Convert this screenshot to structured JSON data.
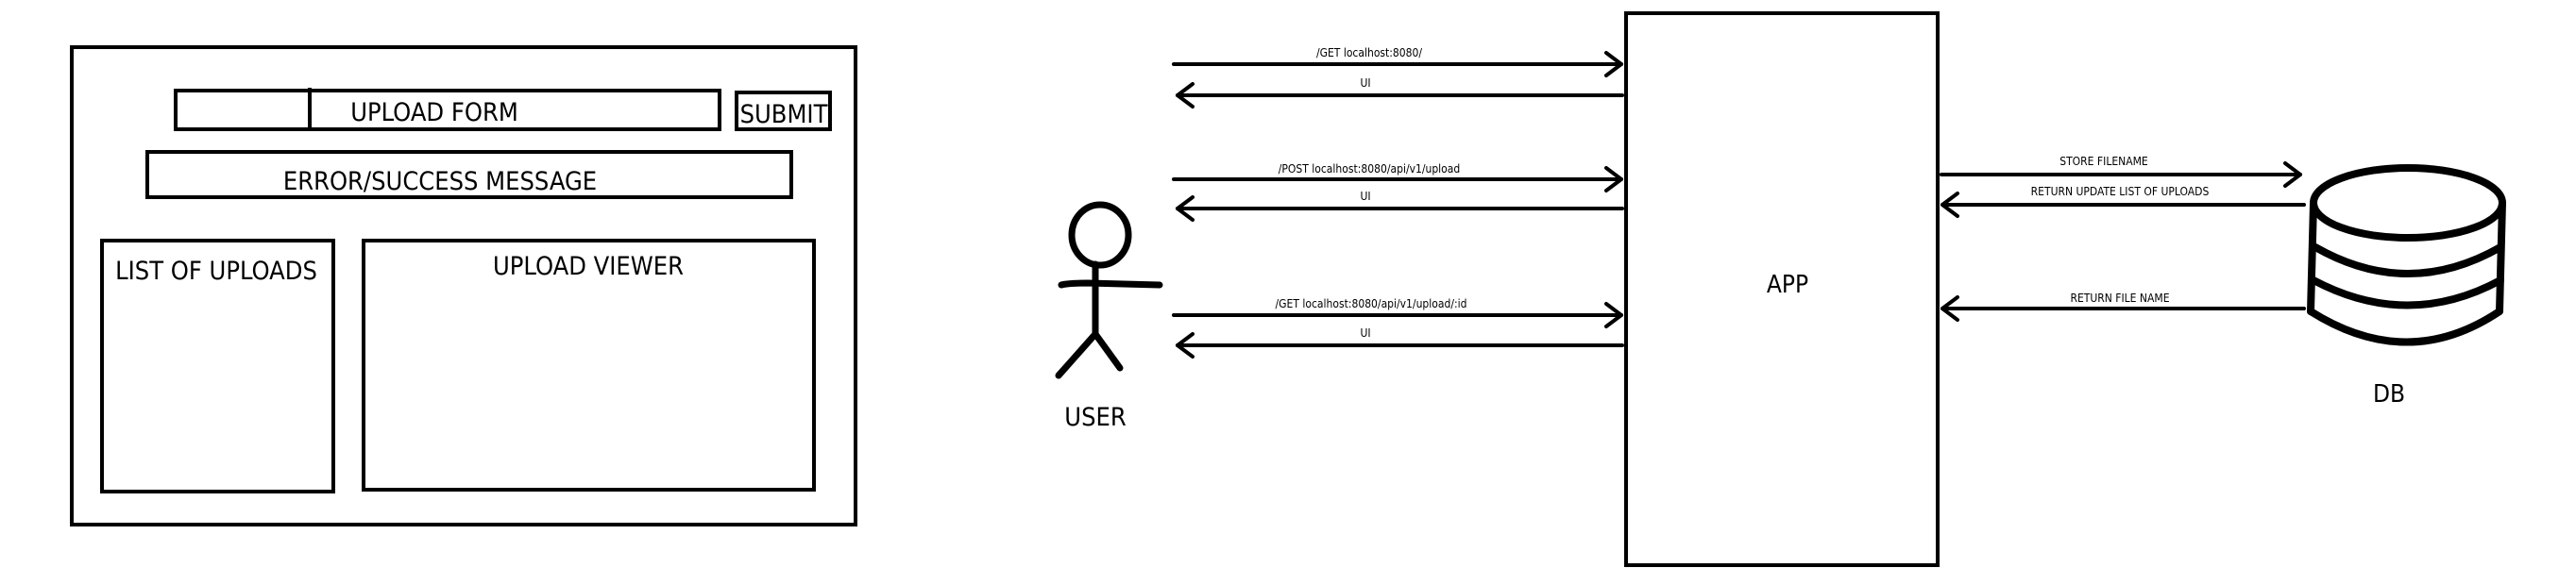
{
  "wireframe": {
    "upload_form_label": "UPLOAD FORM",
    "submit_label": "SUBMIT",
    "message_label": "ERROR/SUCCESS MESSAGE",
    "list_label": "LIST OF UPLOADS",
    "viewer_label": "UPLOAD VIEWER"
  },
  "flow": {
    "user_label": "USER",
    "app_label": "APP",
    "db_label": "DB",
    "arrows": [
      "/GET localhost:8080/",
      "UI",
      "/POST localhost:8080/api/v1/upload",
      "UI",
      "/GET localhost:8080/api/v1/upload/:id",
      "UI",
      "STORE FILENAME",
      "RETURN UPDATE LIST OF UPLOADS",
      "RETURN FILE NAME"
    ]
  }
}
